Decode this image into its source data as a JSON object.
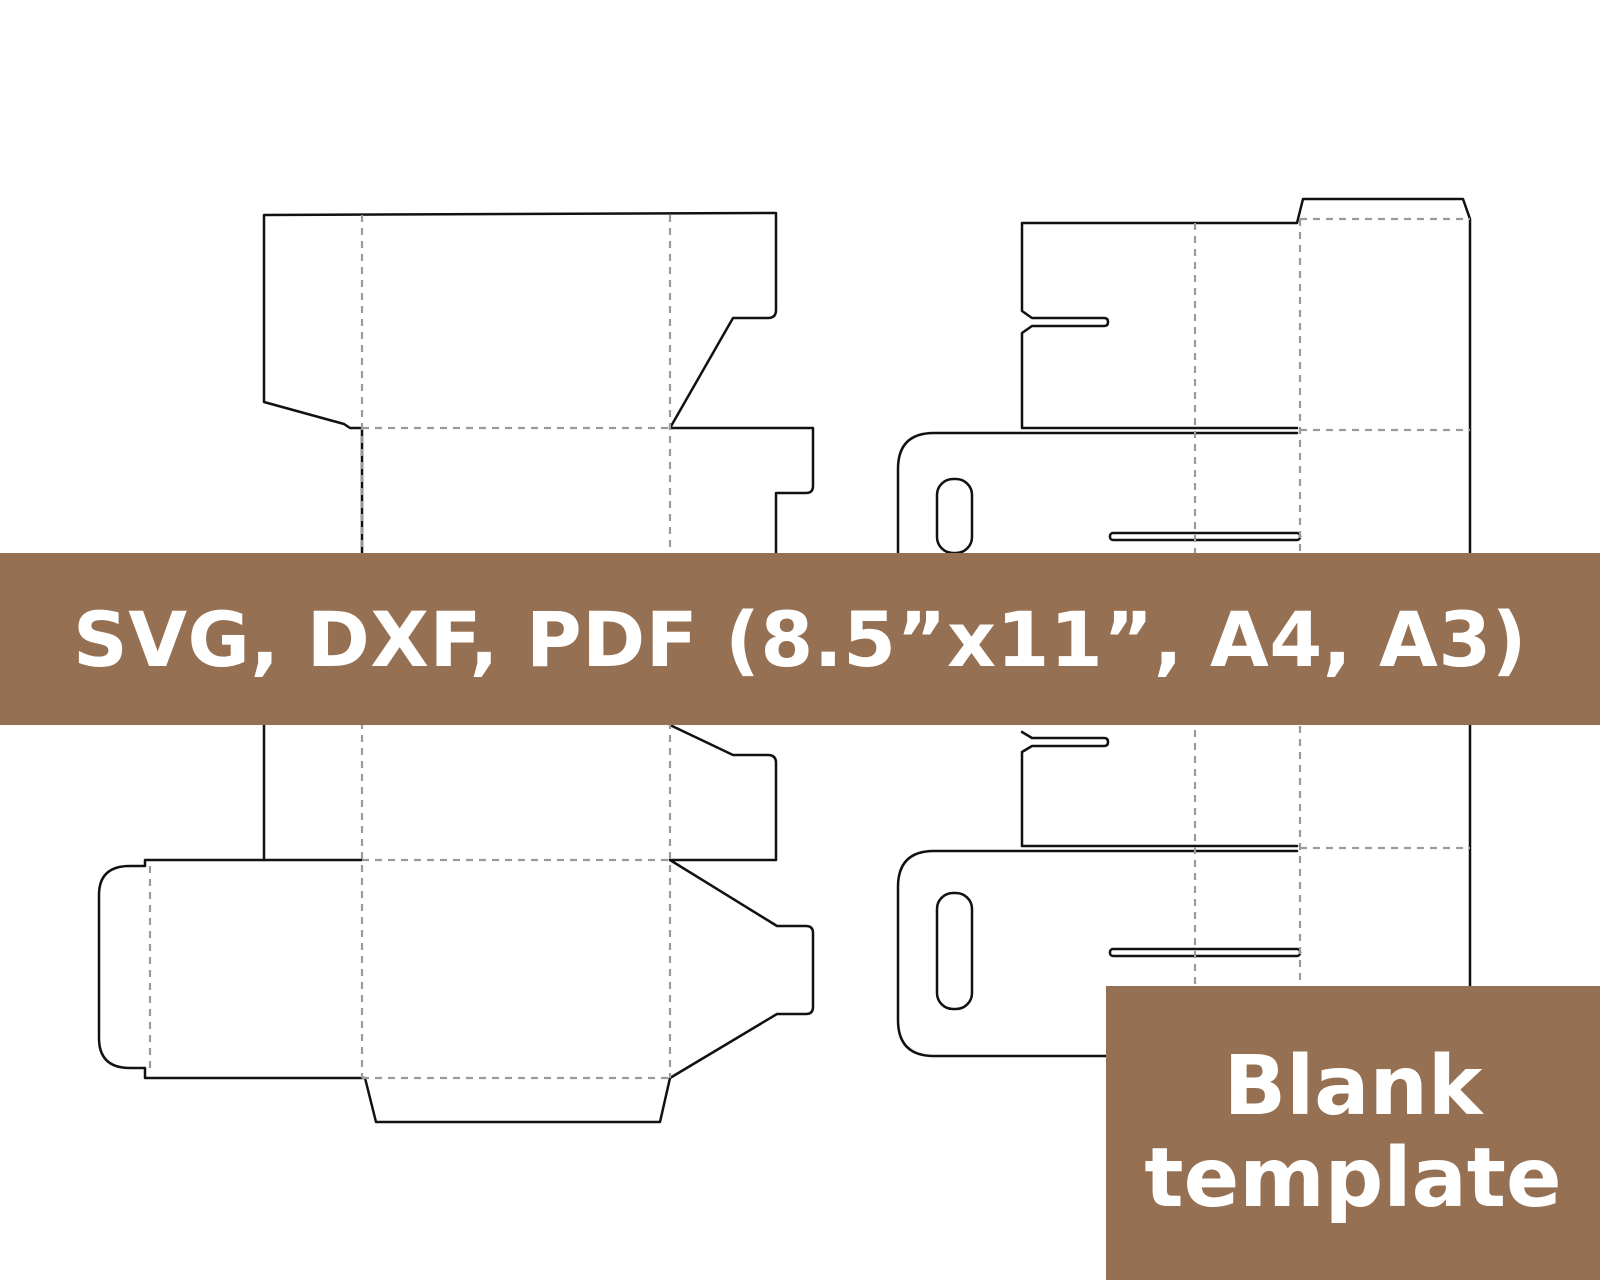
{
  "banner": {
    "formats_text": "SVG, DXF, PDF (8.5”x11”, A4, A3)"
  },
  "corner_badge": {
    "line1": "Blank",
    "line2": "template"
  },
  "colors": {
    "banner_brown": "#967052",
    "cut_line": "#111111",
    "fold_line": "#9a9a9a",
    "label_text": "#ffffff"
  },
  "legend_semantics": {
    "solid_line": "cut",
    "dashed_line": "fold"
  }
}
